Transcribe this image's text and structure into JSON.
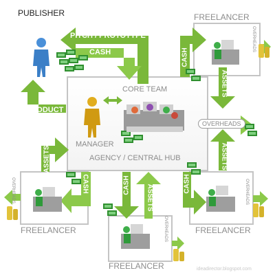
{
  "labels": {
    "publisher": "PUBLISHER",
    "core_team": "CORE TEAM",
    "manager": "MANAGER",
    "agency_hub": "AGENCY / CENTRAL HUB",
    "pitch_prototype": "PITCH / PROTOTYPE",
    "product": "PRODUCT",
    "cash": "CASH",
    "assets": "ASSETS",
    "overheads": "OVERHEADS",
    "freelancer": "FREELANCER",
    "watermark": "ideadirector.blogspot.com"
  },
  "colors": {
    "arrow_green": "#7ab83a",
    "arrow_green_light": "#8cc94a",
    "box_border": "#bdbdbd",
    "money_green": "#2f8f2f",
    "coin_gold": "#e2c33a",
    "publisher_blue": "#4a90d9",
    "manager_yellow": "#e1ad1e",
    "text_dark": "#222222",
    "text_grey": "#8c8c8c"
  }
}
